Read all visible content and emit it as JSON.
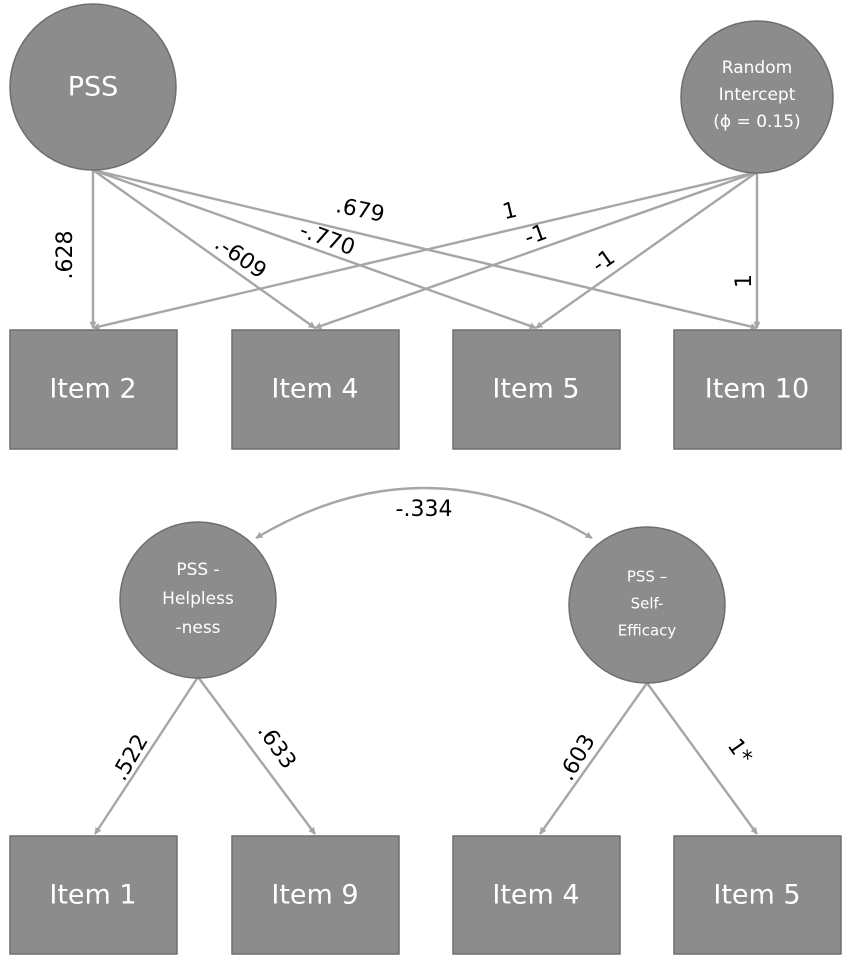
{
  "diagram1": {
    "pss": "PSS",
    "random_intercept": [
      "Random",
      "Intercept",
      "(ϕ = 0.15)"
    ],
    "items": [
      "Item 2",
      "Item 4",
      "Item 5",
      "Item 10"
    ],
    "pss_loadings": [
      ".628",
      ".-609",
      "-.770",
      ".679"
    ],
    "ri_loadings": [
      "1",
      "-1",
      "-1",
      "1"
    ]
  },
  "diagram2": {
    "helplessness": [
      "PSS -",
      "Helpless",
      "-ness"
    ],
    "self_efficacy": [
      "PSS –",
      "Self-",
      "Efficacy"
    ],
    "correlation": "-.334",
    "items": [
      "Item 1",
      "Item 9",
      "Item 4",
      "Item 5"
    ],
    "loadings": [
      ".522",
      ".633",
      ".603",
      "1*"
    ]
  },
  "colors": {
    "node": "#8c8c8c",
    "edge": "#a6a6a6",
    "label": "#000000"
  }
}
